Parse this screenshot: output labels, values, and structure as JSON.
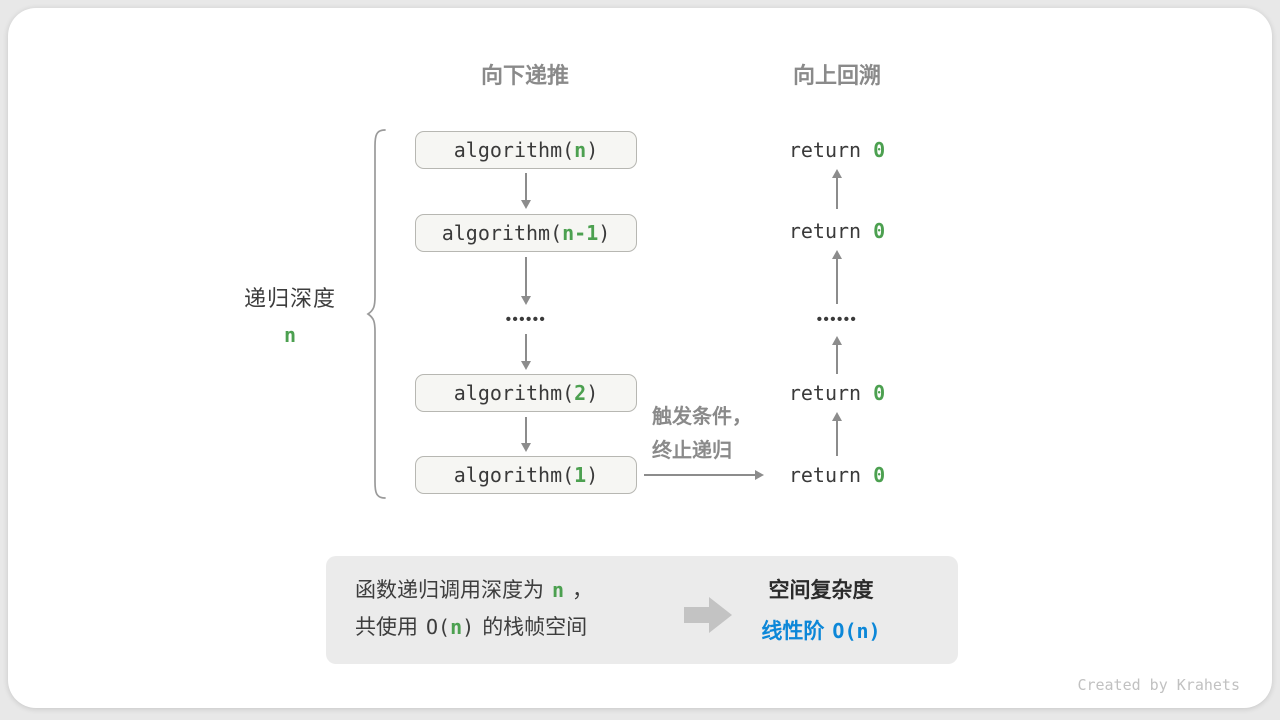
{
  "headers": {
    "downward": "向下递推",
    "upward": "向上回溯"
  },
  "depth": {
    "label": "递归深度",
    "value": "n"
  },
  "left_column": {
    "boxes": [
      {
        "pre": "algorithm(",
        "arg": "n",
        "post": ")"
      },
      {
        "pre": "algorithm(",
        "arg": "n-1",
        "post": ")"
      },
      {
        "pre": "algorithm(",
        "arg": "2",
        "post": ")"
      },
      {
        "pre": "algorithm(",
        "arg": "1",
        "post": ")"
      }
    ],
    "ellipsis": "••••••"
  },
  "right_column": {
    "returns": [
      {
        "keyword": "return",
        "value": "0"
      },
      {
        "keyword": "return",
        "value": "0"
      },
      {
        "keyword": "return",
        "value": "0"
      },
      {
        "keyword": "return",
        "value": "0"
      }
    ],
    "ellipsis": "••••••"
  },
  "trigger": {
    "line1": "触发条件，",
    "line2": "终止递归"
  },
  "summary": {
    "left": {
      "line1_text": "函数递归调用深度为",
      "line1_var": "n",
      "line1_punct": "，",
      "line2_prefix": "共使用",
      "line2_o_open": "O(",
      "line2_var": "n",
      "line2_o_close": ")",
      "line2_suffix": "的栈帧空间"
    },
    "right": {
      "title": "空间复杂度",
      "result_label": "线性阶",
      "result_bigO": "O(n)"
    }
  },
  "watermark": "Created by Krahets",
  "colors": {
    "green": "#4ca050",
    "blue": "#0c87d8",
    "arrow": "#8c8c8c",
    "gray_text": "#8a8a8a",
    "dark_text": "#3a3a3a"
  }
}
